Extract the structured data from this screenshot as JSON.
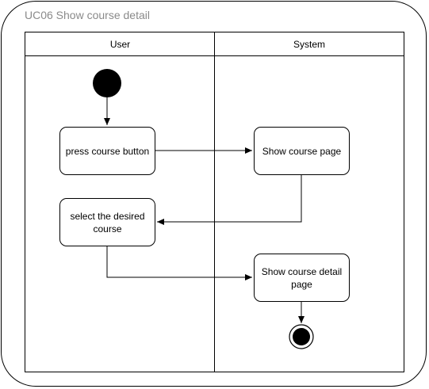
{
  "diagram": {
    "title": "UC06 Show course detail",
    "lanes": [
      {
        "name": "User"
      },
      {
        "name": "System"
      }
    ],
    "nodes": {
      "press_course_button": "press course button",
      "show_course_page": "Show course page",
      "select_desired_course": "select the desired course",
      "show_course_detail_page": "Show course detail page"
    }
  },
  "colors": {
    "line": "#000000",
    "title_text": "#8a8a8a",
    "background": "#ffffff"
  }
}
